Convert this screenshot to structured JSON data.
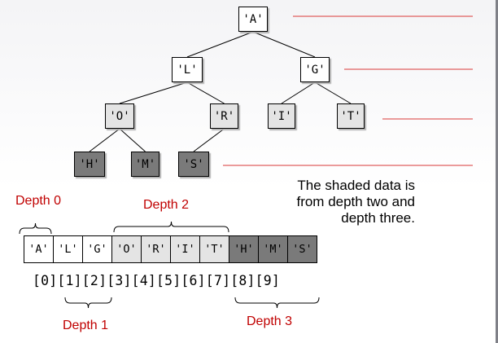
{
  "tree": {
    "nodes": [
      {
        "label": "'A'",
        "level": 0
      },
      {
        "label": "'L'",
        "level": 1
      },
      {
        "label": "'G'",
        "level": 1
      },
      {
        "label": "'O'",
        "level": 2
      },
      {
        "label": "'R'",
        "level": 2
      },
      {
        "label": "'I'",
        "level": 2
      },
      {
        "label": "'T'",
        "level": 2
      },
      {
        "label": "'H'",
        "level": 3
      },
      {
        "label": "'M'",
        "level": 3
      },
      {
        "label": "'S'",
        "level": 3
      }
    ],
    "edges": [
      [
        0,
        1
      ],
      [
        0,
        2
      ],
      [
        1,
        3
      ],
      [
        1,
        4
      ],
      [
        2,
        5
      ],
      [
        2,
        6
      ],
      [
        3,
        7
      ],
      [
        3,
        8
      ],
      [
        4,
        9
      ]
    ]
  },
  "array": {
    "cells": [
      "'A'",
      "'L'",
      "'G'",
      "'O'",
      "'R'",
      "'I'",
      "'T'",
      "'H'",
      "'M'",
      "'S'"
    ],
    "indices": "[0][1][2][3][4][5][6][7][8][9]"
  },
  "depth_labels": {
    "depth0": "Depth 0",
    "depth1": "Depth 1",
    "depth2": "Depth 2",
    "depth3": "Depth 3"
  },
  "note": {
    "line1": "The shaded data is",
    "line2": "from depth two and",
    "line3": "depth three."
  },
  "colors": {
    "level_line": "#e06060",
    "depth_label": "#c00000",
    "level2_fill": "#e4e4e4",
    "level3_fill": "#7a7a7a"
  }
}
